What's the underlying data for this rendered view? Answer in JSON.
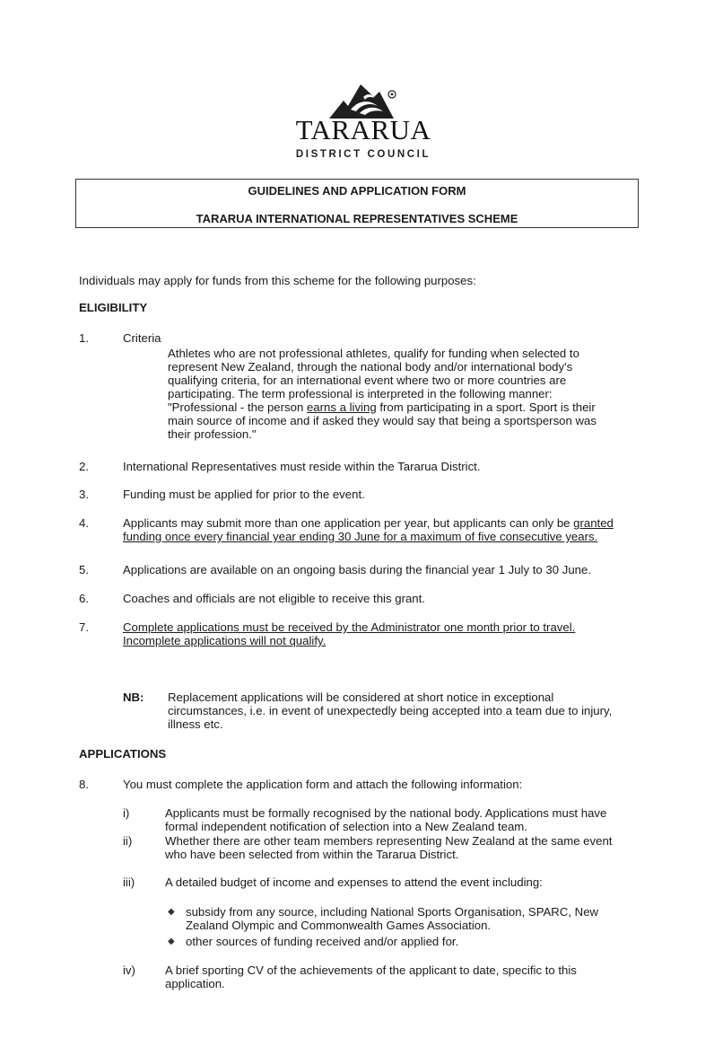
{
  "logo": {
    "icon": "tararua-mountain-wave-logo"
  },
  "org": {
    "name": "TARARUA",
    "subtitle": "DISTRICT COUNCIL"
  },
  "header": {
    "line1": "GUIDELINES AND APPLICATION FORM",
    "line2": "TARARUA INTERNATIONAL REPRESENTATIVES SCHEME"
  },
  "intro": "Individuals may apply for funds from this scheme for the following purposes:",
  "eligibility": {
    "heading": "ELIGIBILITY",
    "item1": {
      "num": "1.",
      "title": "Criteria",
      "lines": [
        "Athletes who are not professional athletes, qualify for funding when selected to",
        "represent New Zealand, through the national body and/or international body's",
        "qualifying criteria, for an international event where two or more countries are",
        "participating.   The term professional is interpreted in the following manner:"
      ],
      "line5_pre": "\"Professional - the person ",
      "line5_u": "earns a living",
      "line5_post": " from participating in a sport.  Sport is their",
      "lines_end": [
        "main source of income and if asked they would say that being a sportsperson was",
        "their profession.\""
      ]
    },
    "item2": {
      "num": "2.",
      "text": "International Representatives must reside within the Tararua District."
    },
    "item3": {
      "num": "3.",
      "text": "Funding must be applied for prior to the event."
    },
    "item4": {
      "num": "4.",
      "line1_pre": "Applicants may submit more than one application per year, but applicants can only be ",
      "line1_u": "granted",
      "line2_u": "funding once every financial year ending 30 June for a maximum of five consecutive years."
    },
    "item5": {
      "num": "5.",
      "text": "Applications are available on an ongoing basis during the financial year 1 July to 30 June."
    },
    "item6": {
      "num": "6.",
      "text": "Coaches and officials are not eligible to receive this grant."
    },
    "item7": {
      "num": "7.",
      "line1": "Complete applications must be received by the Administrator one month prior to travel.",
      "line2": "Incomplete applications will not qualify."
    }
  },
  "nb": {
    "label": "NB:",
    "lines": [
      "Replacement applications will be considered at short notice in exceptional",
      "circumstances, i.e. in event of unexpectedly being accepted into a team due to injury,",
      "illness etc."
    ]
  },
  "applications": {
    "heading": "APPLICATIONS",
    "item8": {
      "num": "8.",
      "text": "You must complete the application form and attach the following information:"
    },
    "sub_i": {
      "num": "i)",
      "lines": [
        "Applicants must be formally recognised by the national body.  Applications must have",
        "formal independent notification of selection into a New Zealand team."
      ]
    },
    "sub_ii": {
      "num": "ii)",
      "lines": [
        "Whether there are other team members representing New Zealand at the same event",
        "who have been selected from within the Tararua District."
      ]
    },
    "sub_iii": {
      "num": "iii)",
      "text": "A detailed budget of income and expenses to attend the event including:",
      "bullets": [
        {
          "lines": [
            "subsidy from any source, including National Sports Organisation, SPARC, New",
            "Zealand Olympic and Commonwealth Games Association."
          ]
        },
        {
          "lines": [
            "other sources of funding received and/or applied for."
          ]
        }
      ]
    },
    "sub_iv": {
      "num": "iv)",
      "lines": [
        "A brief sporting CV of the achievements of the applicant to date, specific to this",
        "application."
      ]
    }
  }
}
